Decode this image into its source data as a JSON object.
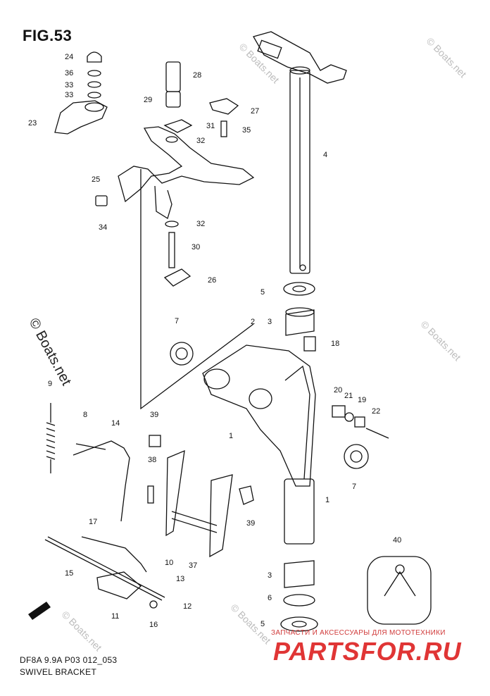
{
  "figure": {
    "title": "FIG.53"
  },
  "footer": {
    "model_code": "DF8A 9.9A P03 012_053",
    "section_name": "SWIVEL BRACKET"
  },
  "watermark": {
    "main": "© Boats.net",
    "small": "© Boats.net"
  },
  "shop": {
    "tagline": "ЗАПЧАСТИ И АКСЕССУАРЫ ДЛЯ МОТОТЕХНИКИ",
    "logo": "PARTSFOR.RU"
  },
  "callouts": [
    "24",
    "36",
    "33",
    "33",
    "23",
    "28",
    "29",
    "27",
    "31",
    "35",
    "32",
    "25",
    "34",
    "32",
    "30",
    "26",
    "4",
    "5",
    "3",
    "18",
    "2",
    "7",
    "9",
    "8",
    "14",
    "39",
    "38",
    "1",
    "20",
    "21",
    "19",
    "22",
    "7",
    "1",
    "39",
    "17",
    "10",
    "15",
    "13",
    "37",
    "12",
    "11",
    "16",
    "3",
    "6",
    "5",
    "40"
  ]
}
